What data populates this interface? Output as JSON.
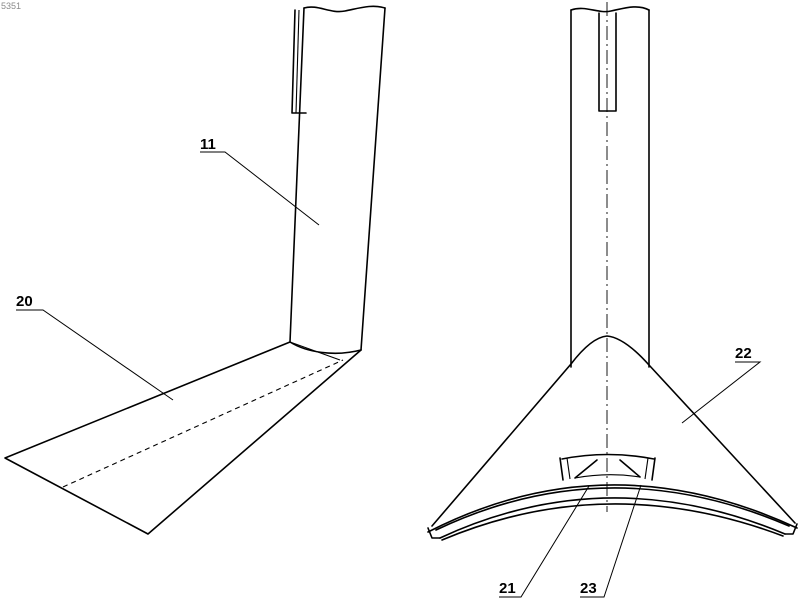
{
  "sheet": {
    "id": "5351"
  },
  "figures": {
    "side_view": {
      "labels": {
        "pipe": "11",
        "blade": "20"
      }
    },
    "front_view": {
      "labels": {
        "share": "22",
        "rib": "21",
        "strut": "23"
      }
    }
  },
  "colors": {
    "ink": "#000000",
    "paper": "#ffffff",
    "sheet_id": "#8a8a8a"
  }
}
